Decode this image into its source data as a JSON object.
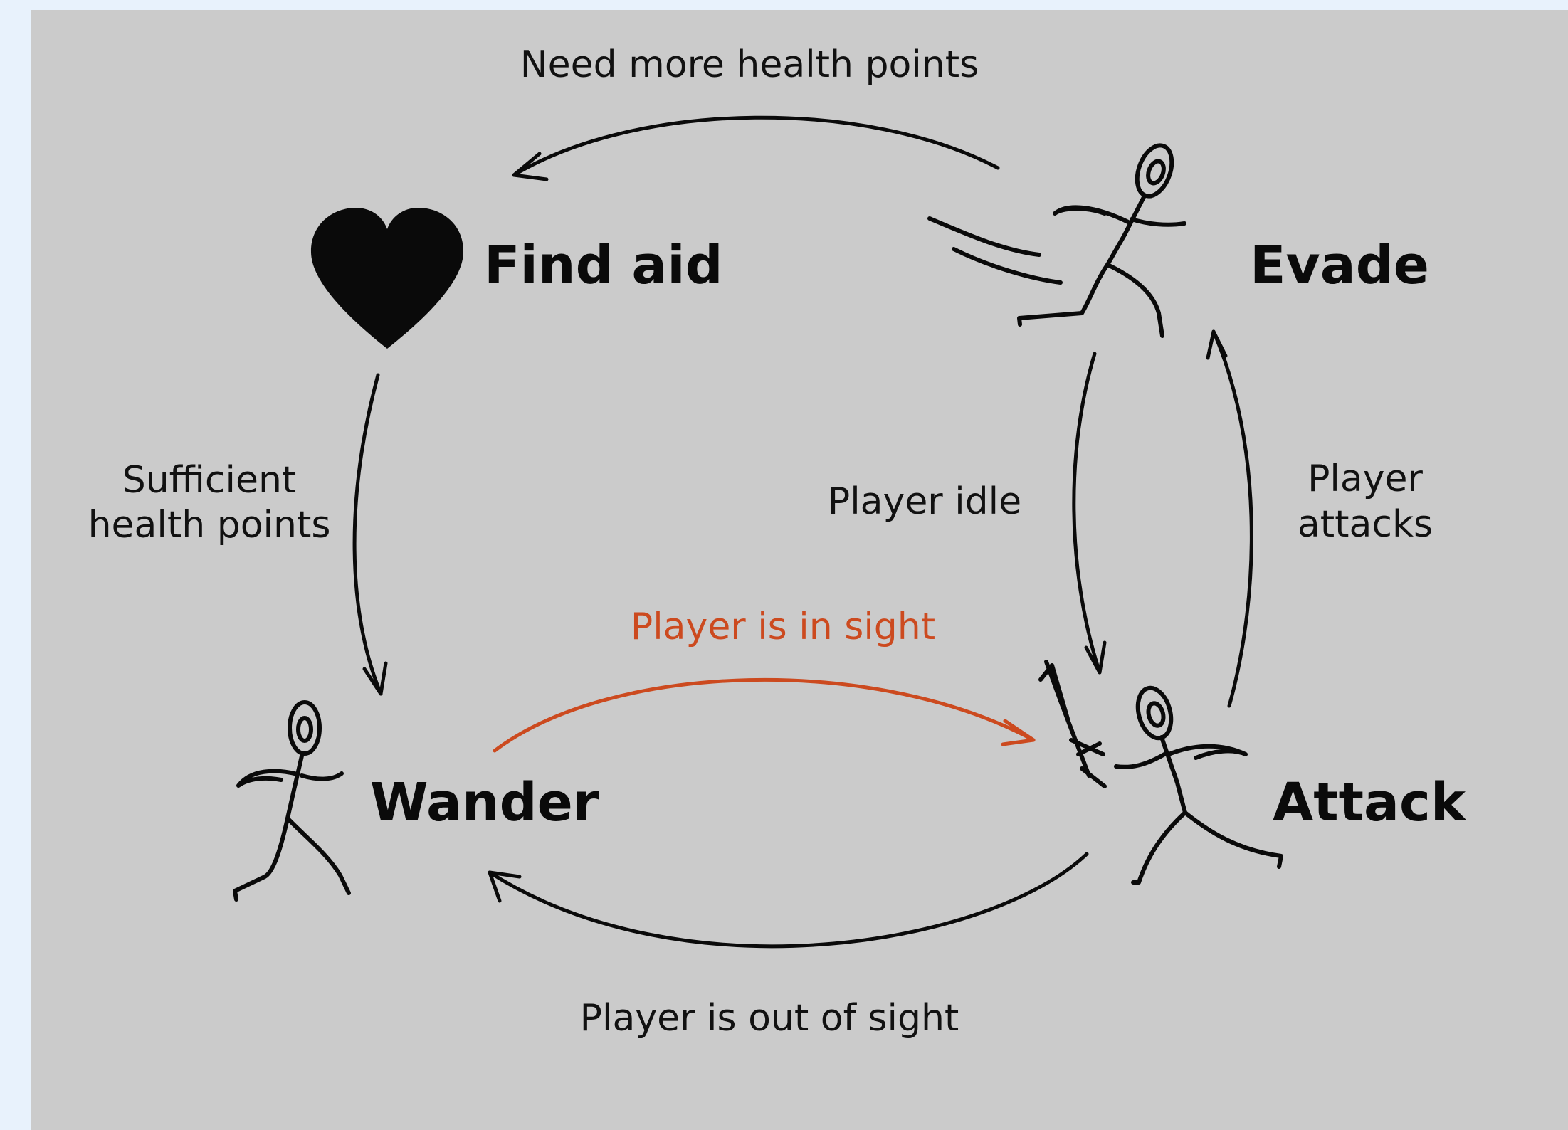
{
  "states": {
    "find_aid": "Find aid",
    "evade": "Evade",
    "wander": "Wander",
    "attack": "Attack"
  },
  "transitions": {
    "need_more_health": "Need more health points",
    "sufficient_health_line1": "Sufficient",
    "sufficient_health_line2": "health points",
    "player_idle": "Player idle",
    "player_attacks_line1": "Player",
    "player_attacks_line2": "attacks",
    "player_in_sight": "Player is in sight",
    "player_out_of_sight": "Player is out of sight"
  },
  "colors": {
    "background": "#cbcbcb",
    "frame": "#e8f2fc",
    "highlight": "#cc4a1f",
    "ink": "#0a0a0a"
  },
  "icons": {
    "find_aid": "heart-icon",
    "evade": "running-stick-figure-icon",
    "wander": "walking-stick-figure-icon",
    "attack": "stick-figure-with-sword-icon"
  }
}
